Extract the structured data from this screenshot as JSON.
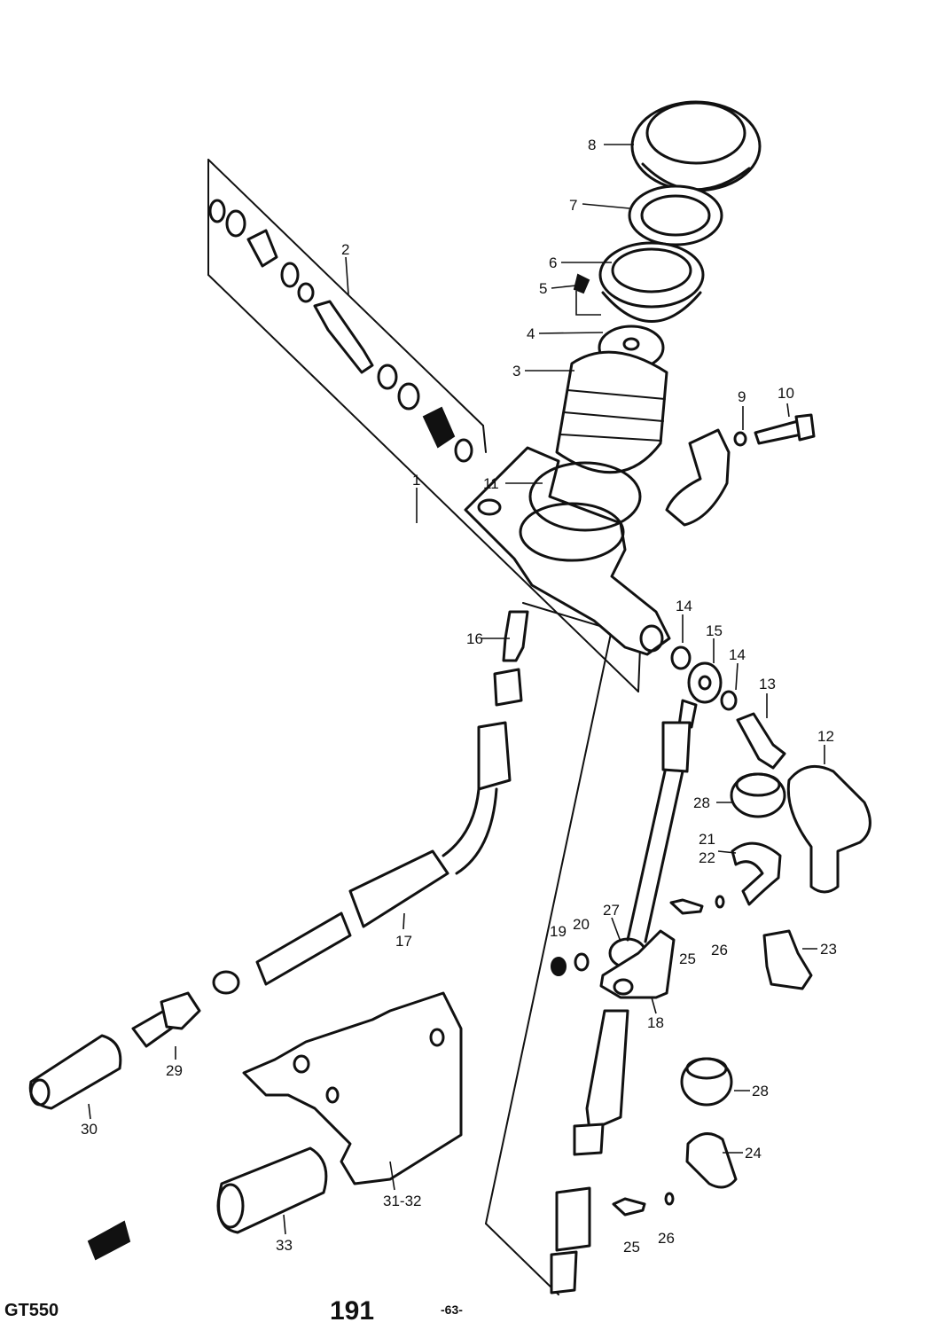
{
  "diagram": {
    "part_labels": [
      "1",
      "2",
      "3",
      "4",
      "5",
      "6",
      "7",
      "8",
      "9",
      "10",
      "11",
      "12",
      "13",
      "14",
      "14",
      "15",
      "16",
      "17",
      "18",
      "19",
      "20",
      "21",
      "22",
      "23",
      "24",
      "25",
      "25",
      "26",
      "26",
      "27",
      "28",
      "28",
      "29",
      "30",
      "31-32",
      "33"
    ],
    "footer": {
      "model": "GT550",
      "page_number": "191",
      "sub_page": "-63-"
    }
  }
}
